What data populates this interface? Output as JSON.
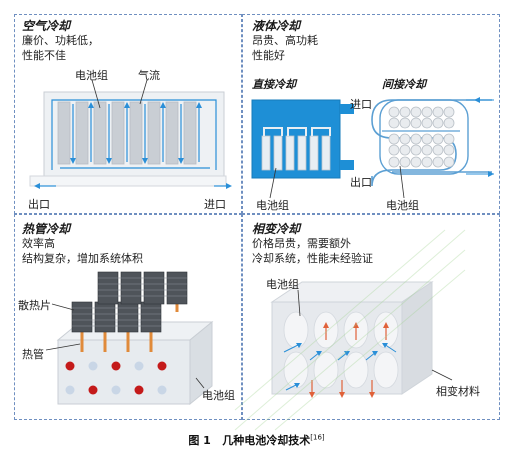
{
  "panels": {
    "air": {
      "title": "空气冷却",
      "desc_line1": "廉价、功耗低，",
      "desc_line2": "性能不佳",
      "label_battery": "电池组",
      "label_airflow": "气流",
      "label_outlet": "出口",
      "label_inlet": "进口"
    },
    "liquid": {
      "title": "液体冷却",
      "desc_line1": "昂贵、高功耗",
      "desc_line2": "性能好",
      "direct_title": "直接冷却",
      "indirect_title": "间接冷却",
      "label_inlet": "进口",
      "label_outlet": "出口",
      "label_battery_direct": "电池组",
      "label_battery_indirect": "电池组"
    },
    "heatpipe": {
      "title": "热管冷却",
      "desc_line1": "效率高",
      "desc_line2": "结构复杂，增加系统体积",
      "label_fins": "散热片",
      "label_pipe": "热管",
      "label_battery": "电池组"
    },
    "pcm": {
      "title": "相变冷却",
      "desc_line1": "价格昂贵，需要额外",
      "desc_line2": "冷却系统，性能未经验证",
      "label_battery": "电池组",
      "label_material": "相变材料"
    }
  },
  "caption": {
    "figure": "图 1",
    "text": "几种电池冷却技术",
    "ref": "[16]"
  },
  "colors": {
    "panel_border": "#6f8fc0",
    "coolant_blue": "#1e8fd6",
    "arrow_blue": "#2a8fd8",
    "arrow_orange": "#e0623a",
    "red_dot": "#c41a1a"
  }
}
